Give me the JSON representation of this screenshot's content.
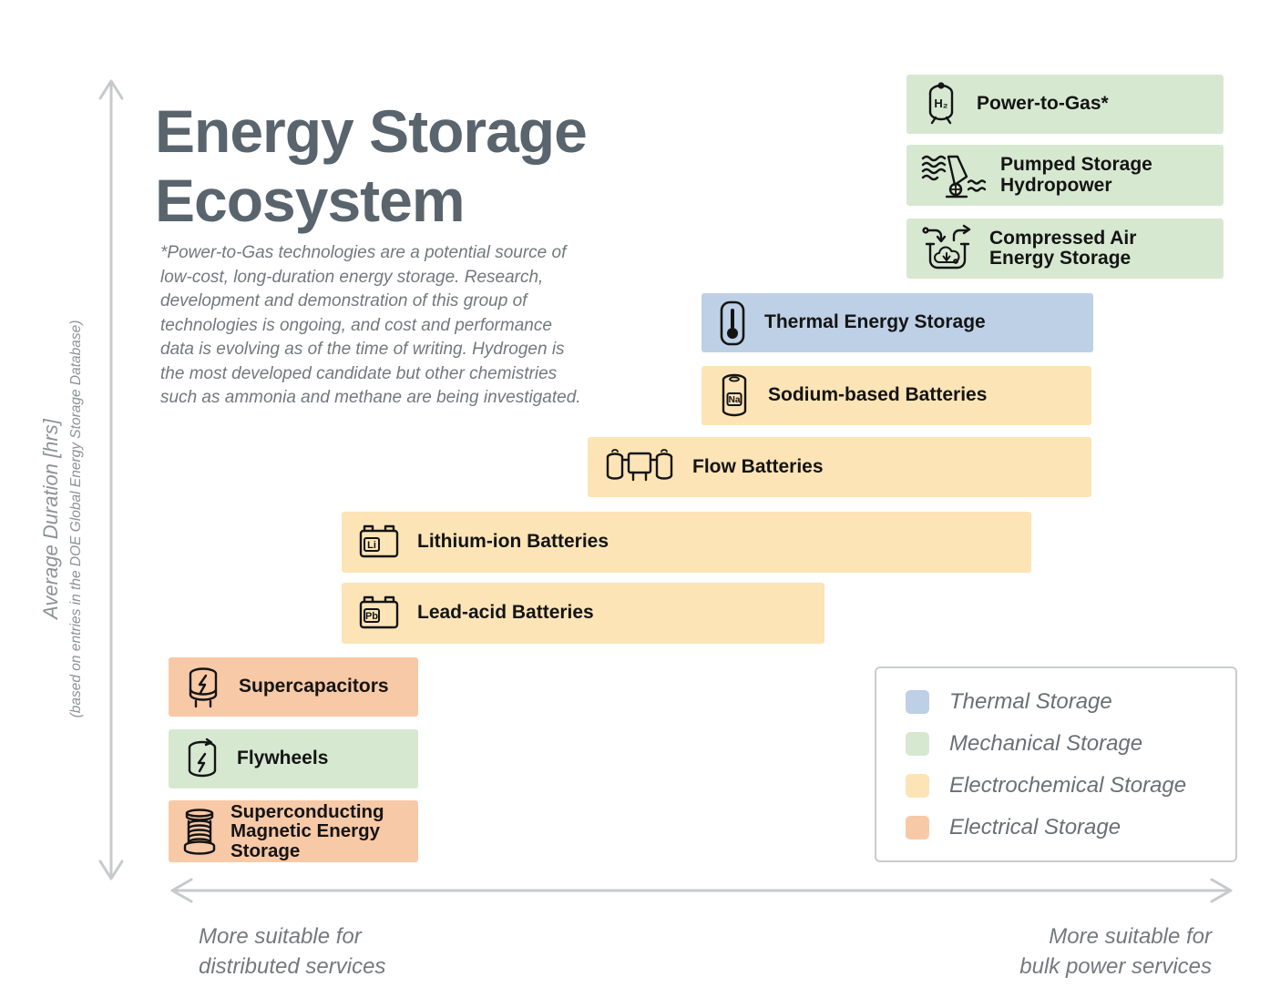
{
  "title": "Energy Storage\nEcosystem",
  "footnote": "*Power-to-Gas technologies are a potential source of\nlow-cost, long-duration energy storage. Research,\ndevelopment and demonstration of this group of\ntechnologies is ongoing, and cost and performance\ndata is evolving as of the time of writing. Hydrogen is\nthe most developed candidate but other chemistries\nsuch as ammonia and methane are being investigated.",
  "y_axis": {
    "label": "Average Duration [hrs]",
    "sublabel": "(based on entries in the DOE Global Energy Storage Database)"
  },
  "x_axis": {
    "left_label": "More suitable for\ndistributed services",
    "right_label": "More suitable for\nbulk power services"
  },
  "bars": [
    {
      "id": "power-to-gas",
      "label": "Power-to-Gas*",
      "category": "mechanical",
      "icon": "hydrogen-tank-icon"
    },
    {
      "id": "pumped-storage",
      "label": "Pumped Storage\nHydropower",
      "category": "mechanical",
      "icon": "pumped-hydro-icon"
    },
    {
      "id": "compressed-air",
      "label": "Compressed Air\nEnergy Storage",
      "category": "mechanical",
      "icon": "compressed-air-icon"
    },
    {
      "id": "thermal",
      "label": "Thermal Energy Storage",
      "category": "thermal",
      "icon": "thermometer-icon"
    },
    {
      "id": "sodium",
      "label": "Sodium-based Batteries",
      "category": "electrochemical",
      "icon": "sodium-cell-icon"
    },
    {
      "id": "flow",
      "label": "Flow Batteries",
      "category": "electrochemical",
      "icon": "flow-battery-icon"
    },
    {
      "id": "lithium-ion",
      "label": "Lithium-ion Batteries",
      "category": "electrochemical",
      "icon": "lithium-battery-icon"
    },
    {
      "id": "lead-acid",
      "label": "Lead-acid Batteries",
      "category": "electrochemical",
      "icon": "lead-battery-icon"
    },
    {
      "id": "supercapacitors",
      "label": "Supercapacitors",
      "category": "electrical",
      "icon": "supercapacitor-icon"
    },
    {
      "id": "flywheels",
      "label": "Flywheels",
      "category": "mechanical",
      "icon": "flywheel-icon"
    },
    {
      "id": "smes",
      "label": "Superconducting\nMagnetic Energy\nStorage",
      "category": "electrical",
      "icon": "magnet-coil-icon"
    }
  ],
  "icon_text": {
    "hydrogen": "H₂",
    "sodium": "Na",
    "lithium": "Li",
    "lead": "Pb"
  },
  "legend": {
    "items": [
      {
        "label": "Thermal Storage",
        "color": "#bed0e6"
      },
      {
        "label": "Mechanical Storage",
        "color": "#d7e8d1"
      },
      {
        "label": "Electrochemical Storage",
        "color": "#fce4b6"
      },
      {
        "label": "Electrical Storage",
        "color": "#f8c9a6"
      }
    ]
  },
  "colors": {
    "thermal": "#bed0e6",
    "mechanical": "#d7e8d1",
    "electrochemical": "#fce4b6",
    "electrical": "#f8c9a6",
    "title_text": "#59646d",
    "muted_text": "#75797d",
    "axis_arrow": "#c7cacc",
    "bar_text": "#141414"
  }
}
